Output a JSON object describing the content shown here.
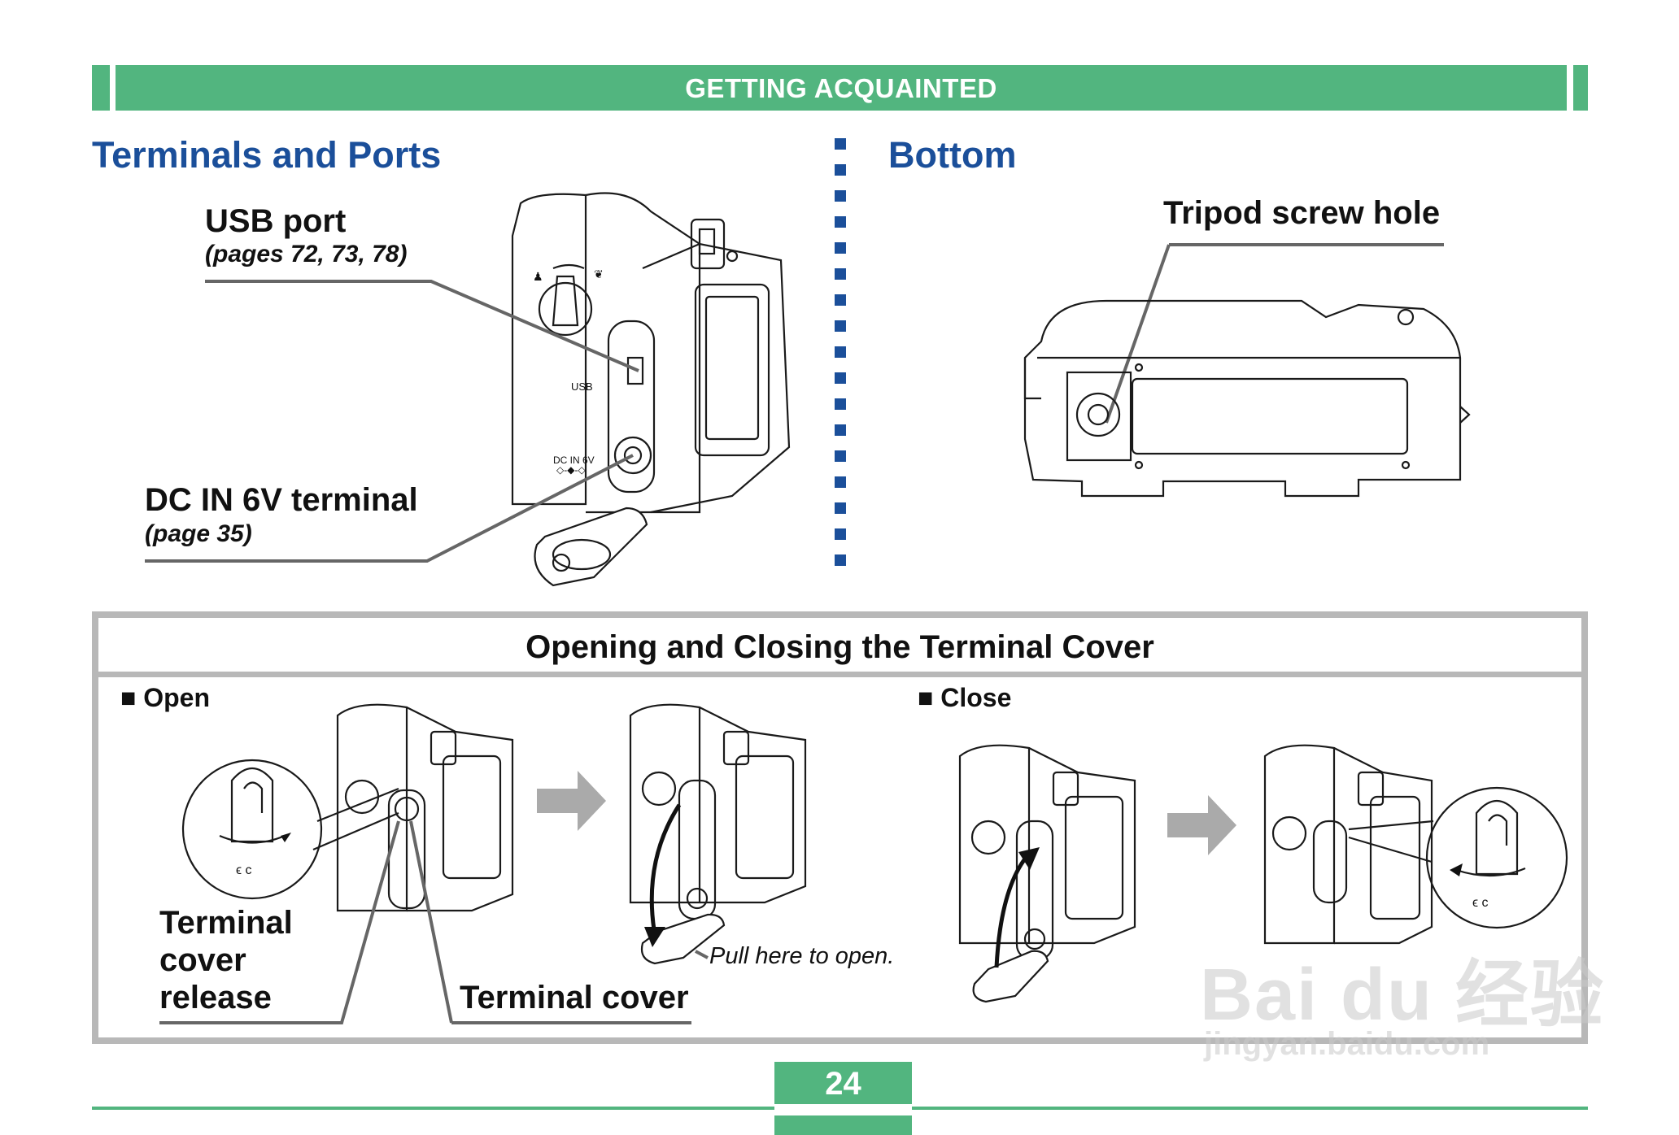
{
  "header": {
    "title": "GETTING ACQUAINTED"
  },
  "left_section": {
    "title": "Terminals and Ports",
    "usb": {
      "label": "USB port",
      "ref": "(pages 72, 73, 78)",
      "device_text": "USB"
    },
    "dc": {
      "label": "DC IN 6V terminal",
      "ref": "(page 35)",
      "device_text": "DC IN 6V"
    }
  },
  "right_section": {
    "title": "Bottom",
    "tripod": {
      "label": "Tripod screw hole"
    }
  },
  "cover_box": {
    "title": "Opening and Closing the Terminal Cover",
    "open": {
      "heading": "Open",
      "release_label_lines": [
        "Terminal",
        "cover",
        "release"
      ],
      "cover_label": "Terminal cover",
      "pull_note": "Pull here to open."
    },
    "close": {
      "heading": "Close"
    }
  },
  "footer": {
    "page_number": "24"
  },
  "watermark": {
    "line1": "Bai du 经验",
    "line2": "jingyan.baidu.com"
  },
  "colors": {
    "accent_green": "#52b57f",
    "title_blue": "#1b4f9a",
    "frame_gray": "#b8b8b8"
  }
}
